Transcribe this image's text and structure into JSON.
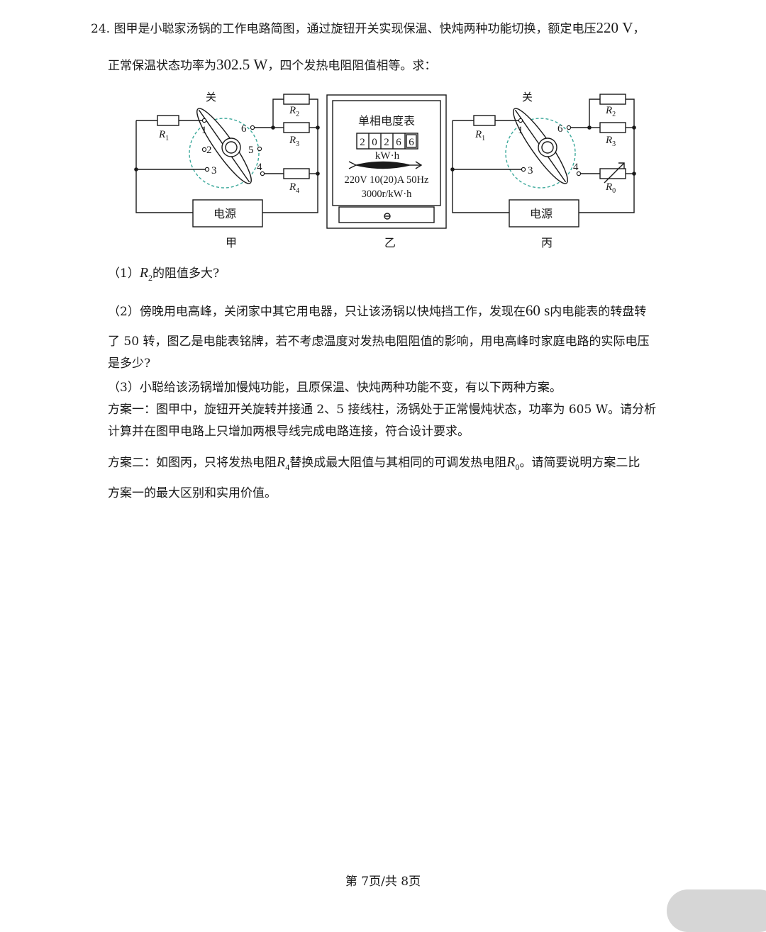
{
  "question": {
    "number": "24.",
    "line1_a": "图甲是小聪家汤锅的工作电路简图，通过旋钮开关实现保温、快炖两种功能切换，额定电压",
    "line1_v": "220 V",
    "line1_b": "，",
    "line2_a": "正常保温状态功率为",
    "line2_p": "302.5 W",
    "line2_b": "，四个发热电阻阻值相等。求："
  },
  "figure": {
    "label_jia": "甲",
    "label_yi": "乙",
    "label_bing": "丙",
    "switch_label_left": "关",
    "switch_label_right": "关",
    "power_source": "电源",
    "r1": "R1",
    "r2": "R2",
    "r3": "R3",
    "r4": "R4",
    "r0": "R0",
    "terminals": [
      "1",
      "2",
      "3",
      "4",
      "5",
      "6"
    ],
    "meter": {
      "title": "单相电度表",
      "digits": [
        "2",
        "0",
        "2",
        "6",
        "6"
      ],
      "unit": "kW·h",
      "rating": "220V 10(20)A 50Hz",
      "constant": "3000r/kW·h"
    }
  },
  "parts": {
    "p1_a": "（1）",
    "p1_r": "R",
    "p1_sub": "2",
    "p1_b": "的阻值多大?",
    "p2_a": "（2）傍晚用电高峰，关闭家中其它用电器，只让该汤锅以快炖挡工作，发现在",
    "p2_t": "60 s",
    "p2_b": "内电能表的转盘转",
    "p2_line2": "了 50 转，图乙是电能表铭牌，若不考虑温度对发热电阻阻值的影响，用电高峰时家庭电路的实际电压",
    "p2_line3": "是多少?",
    "p3": "（3）小聪给该汤锅增加慢炖功能，且原保温、快炖两种功能不变，有以下两种方案。",
    "plan1_line1": "方案一：图甲中，旋钮开关旋转并接通 2、5 接线柱，汤锅处于正常慢炖状态，功率为 605 W。请分析",
    "plan1_line2": "计算并在图甲电路上只增加两根导线完成电路连接，符合设计要求。",
    "plan2_a": "方案二：如图丙，只将发热电阻",
    "plan2_r4": "R",
    "plan2_r4sub": "4",
    "plan2_b": "替换成最大阻值与其相同的可调发热电阻",
    "plan2_r0": "R",
    "plan2_r0sub": "0",
    "plan2_c": "。请简要说明方案二比",
    "plan2_line2": "方案一的最大区别和实用价值。"
  },
  "footer": "第 7页/共 8页"
}
